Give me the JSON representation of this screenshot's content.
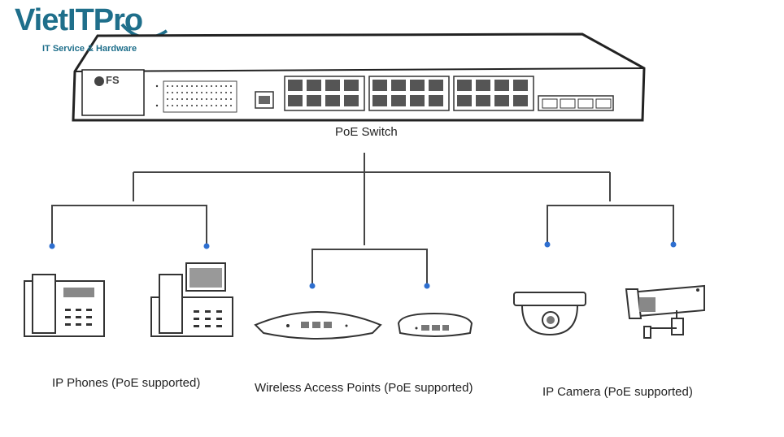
{
  "logo": {
    "title": "VietITPro",
    "subtitle": "IT Service & Hardware"
  },
  "switch": {
    "brand": "FS",
    "label": "PoE Switch"
  },
  "groups": {
    "phones": "IP Phones (PoE supported)",
    "access_points": "Wireless Access Points (PoE supported)",
    "cameras": "IP Camera (PoE supported)"
  },
  "colors": {
    "line": "#444444",
    "dot": "#2e6fd0",
    "logo": "#1f6f8b"
  }
}
